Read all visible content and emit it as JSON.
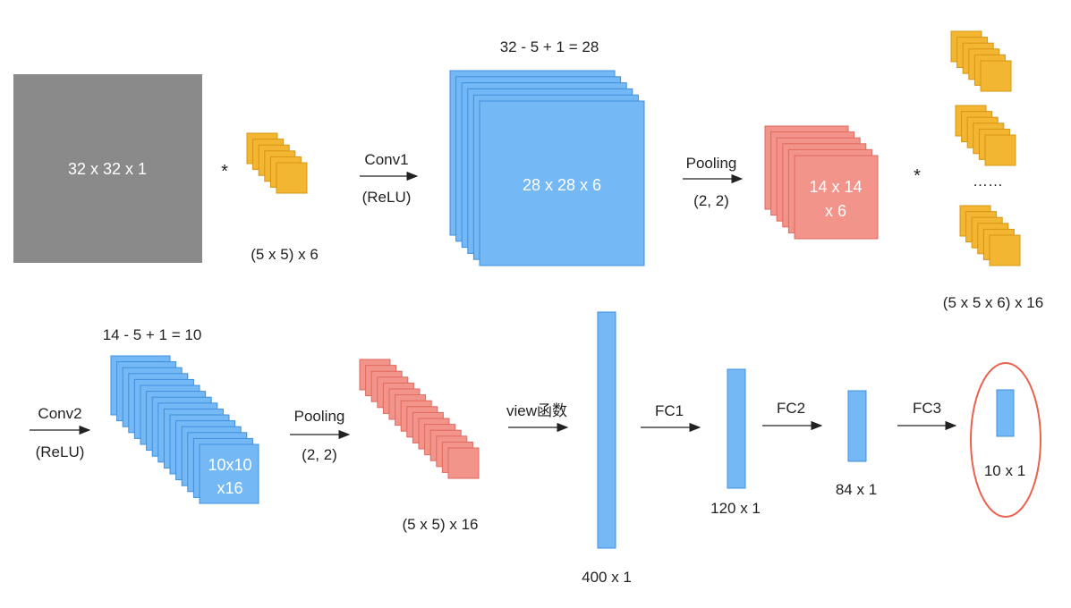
{
  "colors": {
    "input_gray": "#8a8a8a",
    "feature_blue": "#74b9f5",
    "feature_blue_stroke": "#3f8fe0",
    "kernel_yellow": "#f2b632",
    "kernel_yellow_stroke": "#d89512",
    "pool_red": "#f2948a",
    "pool_red_stroke": "#e06a5e",
    "highlight_ellipse": "#e8624f",
    "text": "#222222"
  },
  "top_row": {
    "input": {
      "label": "32 x 32 x 1"
    },
    "multiply_1": "*",
    "kernel1": {
      "label": "(5 x 5) x 6"
    },
    "conv1": {
      "name": "Conv1",
      "activation": "(ReLU)"
    },
    "feature1": {
      "formula": "32 - 5 + 1 = 28",
      "label": "28 x 28 x 6"
    },
    "pool1": {
      "name": "Pooling",
      "size": "(2, 2)"
    },
    "pooled1": {
      "label_line1": "14 x 14",
      "label_line2": "x 6"
    },
    "multiply_2": "*",
    "kernel2": {
      "ellipsis": "……",
      "label": "(5 x 5 x 6) x 16"
    }
  },
  "bottom_row": {
    "conv2": {
      "name": "Conv2",
      "activation": "(ReLU)"
    },
    "feature2": {
      "formula": "14 - 5 + 1 = 10",
      "label_line1": "10x10",
      "label_line2": "x16"
    },
    "pool2": {
      "name": "Pooling",
      "size": "(2, 2)"
    },
    "pooled2": {
      "label": "(5 x 5) x 16"
    },
    "view": {
      "name": "view函数",
      "label": "400 x 1"
    },
    "fc1": {
      "name": "FC1",
      "label": "120 x 1"
    },
    "fc2": {
      "name": "FC2",
      "label": "84 x 1"
    },
    "fc3": {
      "name": "FC3",
      "label": "10 x 1"
    }
  }
}
